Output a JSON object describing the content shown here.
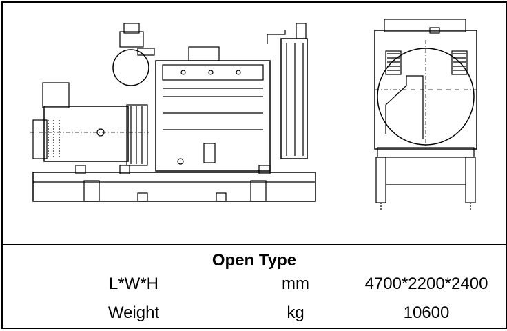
{
  "spec": {
    "title": "Open Type",
    "rows": [
      {
        "param": "L*W*H",
        "unit": "mm",
        "value": "4700*2200*2400"
      },
      {
        "param": "Weight",
        "unit": "kg",
        "value": "10600"
      }
    ]
  },
  "colors": {
    "line": "#000000",
    "background": "#ffffff"
  }
}
